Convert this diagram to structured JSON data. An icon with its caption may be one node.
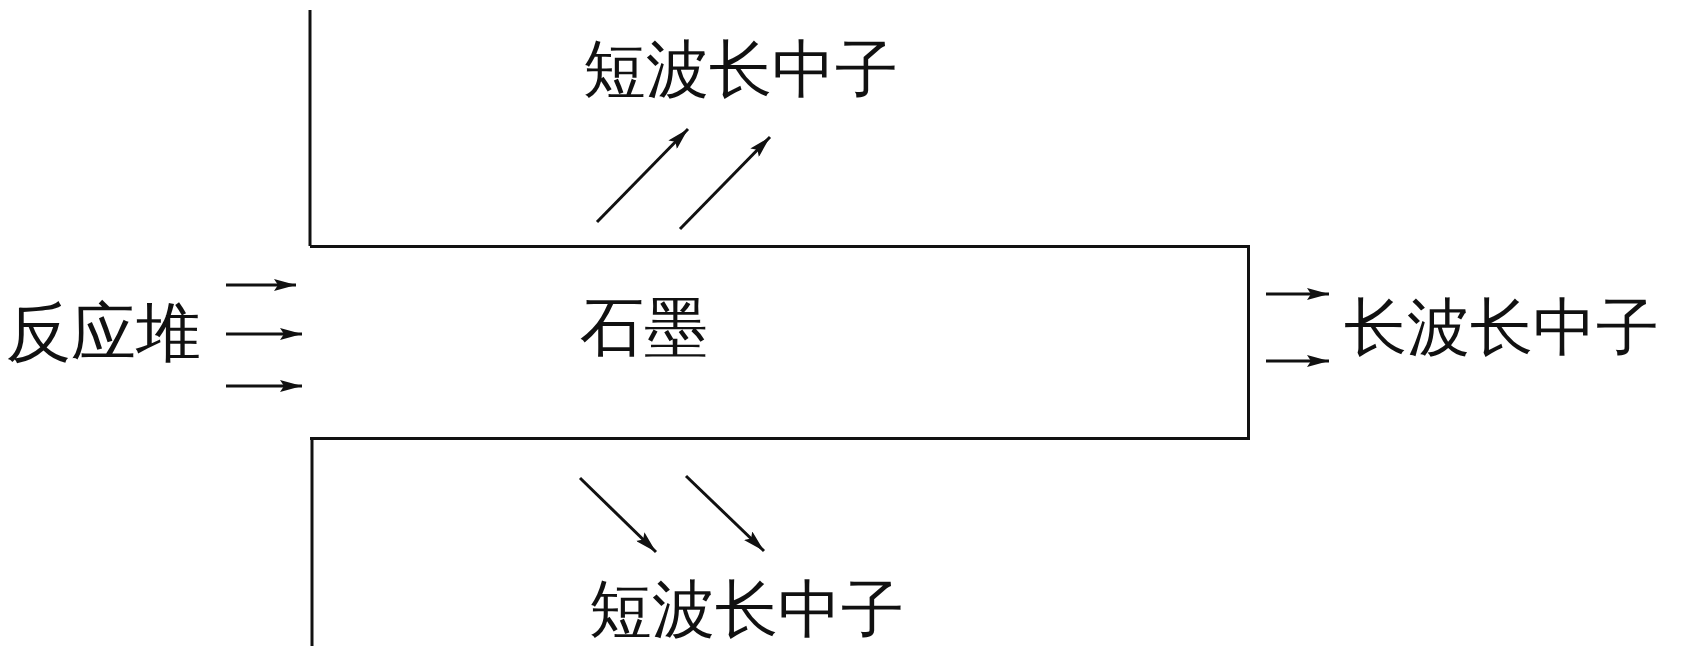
{
  "diagram": {
    "nodes": [
      {
        "text": [
          "短波长中子"
        ]
      },
      {
        "text": [
          "反应堆"
        ]
      },
      {
        "text": [
          "石墨"
        ]
      },
      {
        "text": [
          "长波长中子"
        ]
      },
      {
        "text": [
          "短波长中子"
        ]
      }
    ],
    "edges": [
      {
        "from": 1,
        "to": 2,
        "arrow": "to"
      },
      {
        "from": 1,
        "to": 2,
        "arrow": "to"
      },
      {
        "from": 1,
        "to": 2,
        "arrow": "to"
      },
      {
        "from": 2,
        "to": 0,
        "arrow": "to"
      },
      {
        "from": 2,
        "to": 0,
        "arrow": "to"
      },
      {
        "from": 2,
        "to": 3,
        "arrow": "to"
      },
      {
        "from": 2,
        "to": 3,
        "arrow": "to"
      },
      {
        "from": 2,
        "to": 4,
        "arrow": "to"
      },
      {
        "from": 2,
        "to": 4,
        "arrow": "to"
      }
    ]
  }
}
